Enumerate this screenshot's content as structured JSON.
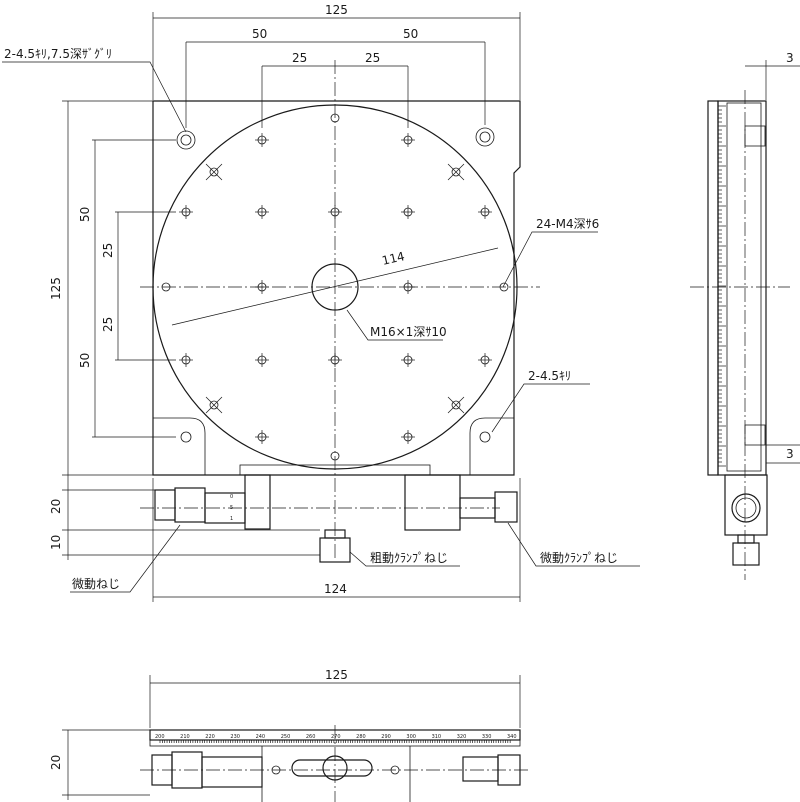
{
  "dimensions": {
    "top_width": "125",
    "hole_span_left": "50",
    "hole_span_right": "50",
    "inner_span_left": "25",
    "inner_span_right": "25",
    "side_height": "125",
    "v_upper_50": "50",
    "v_upper_25": "25",
    "v_lower_25": "25",
    "v_lower_50": "50",
    "table_diameter": "114",
    "base_width": "124",
    "height_20": "20",
    "height_10": "10",
    "side_3_top": "3",
    "side_3_bottom": "3",
    "bottom_width": "125",
    "bottom_height": "20"
  },
  "callouts": {
    "counterbore_holes": "2-4.5ｷﾘ,7.5深ｻﾞｸﾞﾘ",
    "tapped_holes": "24-M4深ｻ6",
    "center_tap": "M16×1深ｻ10",
    "mount_holes": "2-4.5ｷﾘ",
    "coarse_clamp": "粗動ｸﾗﾝﾌﾟねじ",
    "fine_clamp": "微動ｸﾗﾝﾌﾟねじ",
    "fine_screw": "微動ねじ"
  },
  "scale_labels": [
    "200",
    "210",
    "220",
    "230",
    "240",
    "250",
    "260",
    "270",
    "280",
    "290",
    "300",
    "310",
    "320",
    "330",
    "340"
  ],
  "micrometer_labels": [
    "0",
    "5",
    "1"
  ]
}
